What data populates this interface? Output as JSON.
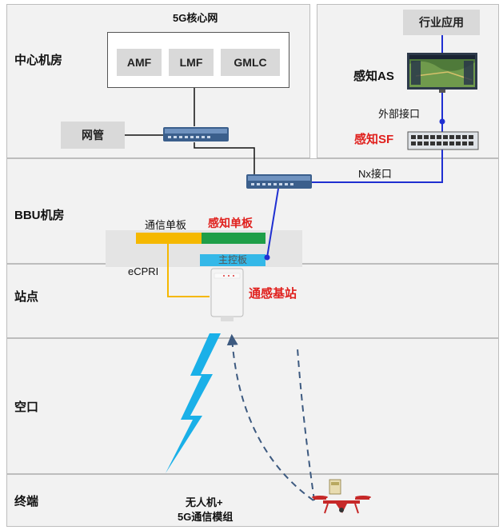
{
  "zones": {
    "central": "中心机房",
    "bbu": "BBU机房",
    "site": "站点",
    "air": "空口",
    "terminal": "终端"
  },
  "core": {
    "title": "5G核心网",
    "nfs": [
      "AMF",
      "LMF",
      "GMLC"
    ]
  },
  "nms": "网管",
  "industry_app": "行业应用",
  "sensing_as": "感知AS",
  "external_interface": "外部接口",
  "sensing_sf": "感知SF",
  "nx_interface": "Nx接口",
  "comm_board": "通信单板",
  "sensing_board": "感知单板",
  "main_control_board": "主控板",
  "ecpri": "eCPRI",
  "base_station": "通感基站",
  "terminal_device": [
    "无人机+",
    "5G通信模组"
  ],
  "colors": {
    "zone_bg": "#f2f2f2",
    "blue_link": "#1f2fd1",
    "comm_board": "#f5b800",
    "sensing_board": "#1e9e48",
    "main_board": "#34b8e8",
    "wireless": "#1ab0e8",
    "sensing_red": "#e0201d"
  }
}
